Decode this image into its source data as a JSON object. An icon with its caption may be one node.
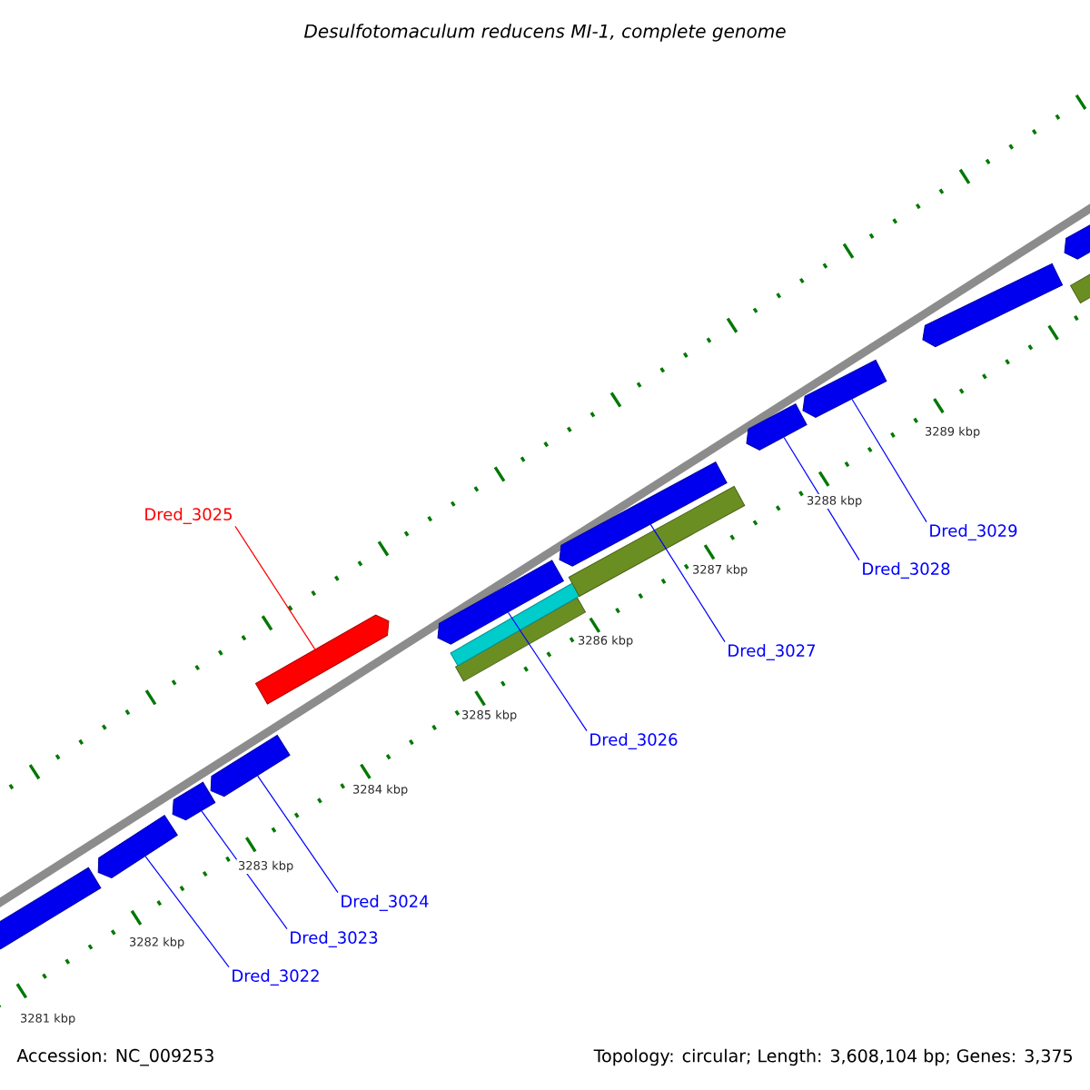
{
  "diagram": {
    "title": "Desulfotomaculum reducens MI-1, complete genome",
    "nodes": [
      {
        "text": [],
        "shape": "pentagon"
      },
      {
        "text": [],
        "shape": "pentagon"
      },
      {
        "text": [],
        "shape": "pentagon"
      },
      {
        "text": [],
        "shape": "pentagon"
      },
      {
        "text": [],
        "shape": "pentagon"
      },
      {
        "text": [],
        "shape": "pentagon"
      },
      {
        "text": [],
        "shape": "bar"
      },
      {
        "text": [],
        "shape": "bar"
      },
      {
        "text": [],
        "shape": "pentagon"
      },
      {
        "text": [],
        "shape": "bar"
      },
      {
        "text": [],
        "shape": "pentagon"
      },
      {
        "text": [],
        "shape": "pentagon"
      },
      {
        "text": [],
        "shape": "pentagon"
      },
      {
        "text": [],
        "shape": "pentagon"
      },
      {
        "text": [],
        "shape": "bar"
      },
      {
        "text": [
          "Dred_3022"
        ]
      },
      {
        "text": [
          "Dred_3023"
        ]
      },
      {
        "text": [
          "Dred_3024"
        ]
      },
      {
        "text": [
          "Dred_3025"
        ]
      },
      {
        "text": [
          "Dred_3026"
        ]
      },
      {
        "text": [
          "Dred_3027"
        ]
      },
      {
        "text": [
          "Dred_3028"
        ]
      },
      {
        "text": [
          "Dred_3029"
        ]
      }
    ],
    "edges": [
      {
        "from": 15,
        "to": 1,
        "arrow": "none"
      },
      {
        "from": 16,
        "to": 2,
        "arrow": "none"
      },
      {
        "from": 17,
        "to": 3,
        "arrow": "none"
      },
      {
        "from": 18,
        "to": 4,
        "arrow": "none",
        "color": "#ff0000"
      },
      {
        "from": 19,
        "to": 5,
        "arrow": "none"
      },
      {
        "from": 20,
        "to": 8,
        "arrow": "none"
      },
      {
        "from": 21,
        "to": 10,
        "arrow": "none"
      },
      {
        "from": 22,
        "to": 11,
        "arrow": "none"
      }
    ],
    "labels": [
      "3281 kbp",
      "3282 kbp",
      "3283 kbp",
      "3284 kbp",
      "3285 kbp",
      "3286 kbp",
      "3287 kbp",
      "3288 kbp",
      "3289 kbp",
      "Accession: NC_009253",
      "Topology: circular; Length: 3,608,104 bp; Genes: 3,375"
    ]
  }
}
